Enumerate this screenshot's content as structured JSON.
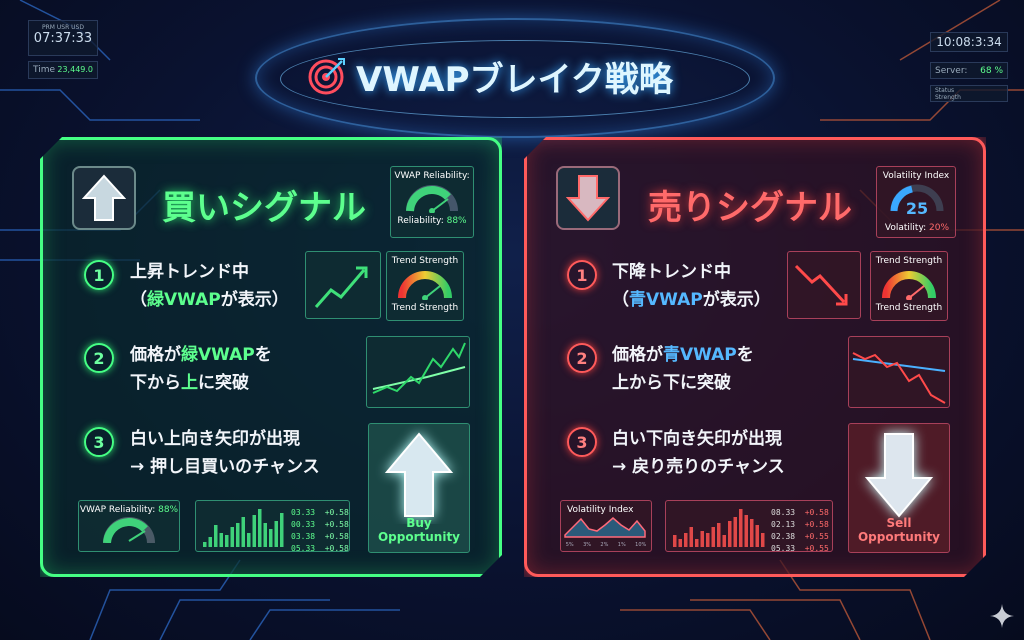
{
  "title": "VWAPブレイク戦略",
  "hud_left": {
    "labels": "PRM  USR  USD",
    "clock": "07:37:33",
    "time_label": "Time",
    "time_value": "23,449.0"
  },
  "hud_right": {
    "clock": "10:08:3:34",
    "server_label": "Server:",
    "server_value": "68 %",
    "status_label": "Status",
    "strength_label": "Strength"
  },
  "buy": {
    "title": "買いシグナル",
    "color": "#45ff84",
    "gauge": {
      "title": "VWAP Reliability:",
      "label": "Reliability:",
      "value": "88%"
    },
    "trend": {
      "title": "Trend Strength",
      "label": "Trend Strength"
    },
    "steps": [
      {
        "n": "1",
        "l1": "上昇トレンド中",
        "l2a": "（",
        "l2b": "緑VWAP",
        "l2c": "が表示）"
      },
      {
        "n": "2",
        "l1a": "価格が",
        "l1b": "緑VWAP",
        "l1c": "を",
        "l2a": "下から",
        "l2b": "上",
        "l2c": "に突破"
      },
      {
        "n": "3",
        "l1": "白い上向き矢印が出現",
        "l2": "→ 押し目買いのチャンス"
      }
    ],
    "opportunity": "Buy Opportunity",
    "bottom_gauge": {
      "label": "VWAP Reliability:",
      "value": "88%"
    },
    "ticker": [
      [
        "03.33",
        "+0.58"
      ],
      [
        "00.33",
        "+0.58"
      ],
      [
        "03.38",
        "+0.58"
      ],
      [
        "05.33",
        "+0.58"
      ]
    ]
  },
  "sell": {
    "title": "売りシグナル",
    "color": "#ff5a5a",
    "gauge": {
      "title": "Volatility Index",
      "number": "25",
      "label": "Volatility:",
      "value": "20%"
    },
    "trend": {
      "title": "Trend Strength",
      "label": "Trend Strength"
    },
    "steps": [
      {
        "n": "1",
        "l1": "下降トレンド中",
        "l2a": "（",
        "l2b": "青VWAP",
        "l2c": "が表示）"
      },
      {
        "n": "2",
        "l1a": "価格が",
        "l1b": "青VWAP",
        "l1c": "を",
        "l2a": "上から下に突破"
      },
      {
        "n": "3",
        "l1": "白い下向き矢印が出現",
        "l2": "→ 戻り売りのチャンス"
      }
    ],
    "opportunity": "Sell Opportunity",
    "volatility_card": {
      "title": "Volatility Index",
      "axis": [
        "5%",
        "3%",
        "2%",
        "1%",
        "10%"
      ]
    },
    "ticker": [
      [
        "08.33",
        "+0.58"
      ],
      [
        "02.13",
        "+0.58"
      ],
      [
        "02.38",
        "+0.55"
      ],
      [
        "05.33",
        "+0.55"
      ]
    ]
  }
}
